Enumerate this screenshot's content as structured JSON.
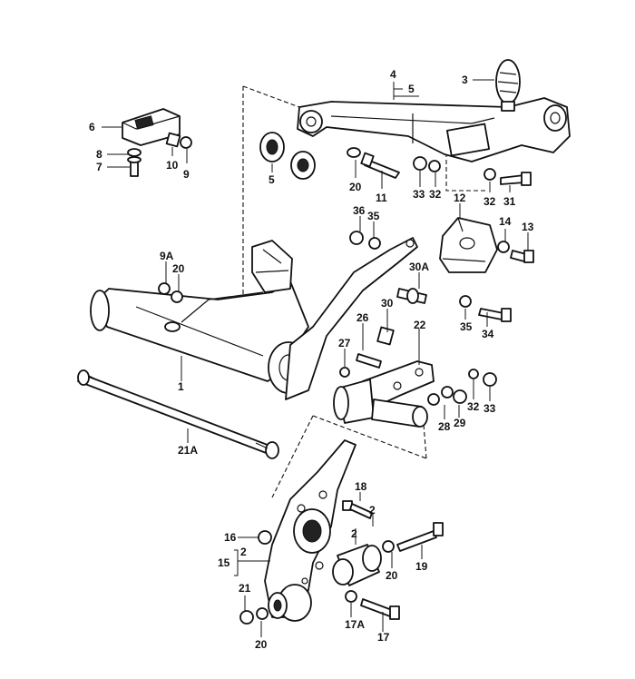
{
  "parts": {
    "p1": "1",
    "p2a": "2",
    "p2b": "2",
    "p3": "3",
    "p4": "4",
    "p5a": "5",
    "p5b": "5",
    "p6": "6",
    "p7": "7",
    "p8": "8",
    "p9": "9",
    "p9a": "9A",
    "p10": "10",
    "p11": "11",
    "p12": "12",
    "p13": "13",
    "p14": "14",
    "p15": "15",
    "p16": "16",
    "p17": "17",
    "p17a": "17A",
    "p18": "18",
    "p19": "19",
    "p20a": "20",
    "p20b": "20",
    "p20c": "20",
    "p20d": "20",
    "p21": "21",
    "p21a": "21A",
    "p22": "22",
    "p26": "26",
    "p27": "27",
    "p28": "28",
    "p29": "29",
    "p30": "30",
    "p30a": "30A",
    "p31": "31",
    "p32a": "32",
    "p32b": "32",
    "p32c": "32",
    "p33a": "33",
    "p33b": "33",
    "p34": "34",
    "p35a": "35",
    "p35b": "35",
    "p36": "36"
  }
}
